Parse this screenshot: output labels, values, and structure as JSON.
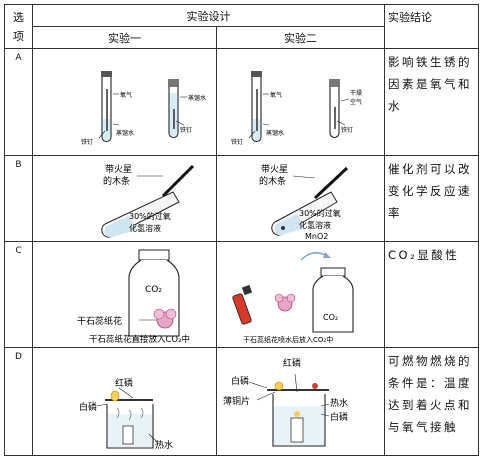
{
  "header": {
    "col_option": "选项",
    "col_design": "实验设计",
    "col_conclusion": "实验结论",
    "sub_exp1": "实验一",
    "sub_exp2": "实验二"
  },
  "rows": [
    {
      "option": "A",
      "exp1": {
        "oxygen": "氧气",
        "water": "蒸馏水",
        "nail1": "铁钉",
        "distilled_water": "蒸馏水",
        "nail2": "铁钉"
      },
      "exp2": {
        "oxygen": "氧气",
        "water": "蒸馏水",
        "nail1": "铁钉",
        "dry_air": "干燥空气",
        "nail2": "铁钉"
      },
      "conclusion": "影响铁生锈的因素是氧气和水"
    },
    {
      "option": "B",
      "exp1": {
        "splint": "带火星的木条",
        "solution": "30%的过氧化氢溶液"
      },
      "exp2": {
        "splint": "带火星的木条",
        "solution": "30%的过氧化氢溶液",
        "catalyst": "MnO2"
      },
      "conclusion": "催化剂可以改变化学反应速率"
    },
    {
      "option": "C",
      "exp1": {
        "gas": "CO₂",
        "flower": "干石蕊纸花",
        "caption": "干石蕊纸花直接放入CO₂中"
      },
      "exp2": {
        "gas": "CO₂",
        "caption": "干石蕊纸花喷水后放入CO₂中"
      },
      "conclusion": "CO₂显酸性"
    },
    {
      "option": "D",
      "exp1": {
        "red_p": "红磷",
        "white_p": "白磷",
        "hot_water": "热水"
      },
      "exp2": {
        "red_p": "红磷",
        "white_p": "白磷",
        "copper": "薄铜片",
        "hot_water": "热水",
        "white_p2": "白磷"
      },
      "conclusion": "可燃物燃烧的条件是：温度达到着火点和与氧气接触"
    }
  ]
}
